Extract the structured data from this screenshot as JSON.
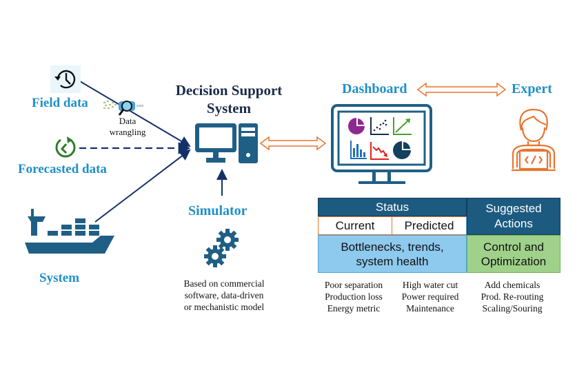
{
  "inputs": {
    "field_data": {
      "label": "Field data",
      "icon": "history-clock-icon"
    },
    "forecasted_data": {
      "label": "Forecasted data",
      "icon": "forward-clock-icon"
    },
    "system": {
      "label": "System",
      "icon": "cargo-ship-icon"
    }
  },
  "data_wrangling": {
    "label_line1": "Data",
    "label_line2": "wrangling",
    "icon": "magnifier-data-pipe-icon"
  },
  "dss": {
    "title_line1": "Decision Support",
    "title_line2": "System",
    "icon": "desktop-computer-icon"
  },
  "simulator": {
    "title": "Simulator",
    "icon": "gears-icon",
    "description": [
      "Based on commercial",
      "software, data-driven",
      "or mechanistic model"
    ]
  },
  "dashboard": {
    "title": "Dashboard",
    "icon": "monitor-charts-icon"
  },
  "expert": {
    "title": "Expert",
    "icon": "developer-laptop-icon"
  },
  "table": {
    "status_header": "Status",
    "current": "Current",
    "predicted": "Predicted",
    "status_body": [
      "Bottlenecks, trends,",
      "system health"
    ],
    "actions_header": [
      "Suggested",
      "Actions"
    ],
    "actions_body": [
      "Control and",
      "Optimization"
    ]
  },
  "examples": {
    "current": [
      "Poor separation",
      "Production loss",
      "Energy metric"
    ],
    "predicted": [
      "High water cut",
      "Power required",
      "Maintenance"
    ],
    "actions": [
      "Add chemicals",
      "Prod. Re-routing",
      "Scaling/Souring"
    ]
  },
  "colors": {
    "navy": "#1a3a6b",
    "icon_blue": "#1f5f86",
    "label_blue": "#1e90c8",
    "orange": "#e8742e",
    "table_header": "#1c5a80",
    "status_body": "#8ec9ee",
    "actions_body": "#9fd18a"
  }
}
